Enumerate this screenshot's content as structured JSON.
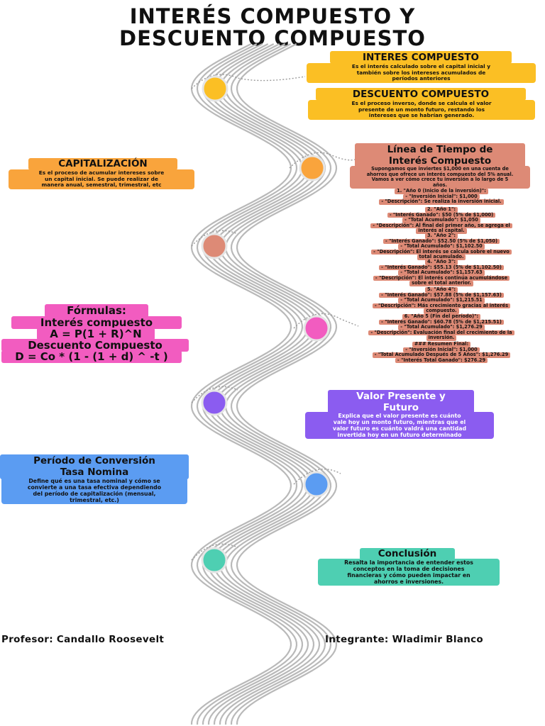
{
  "title": [
    "INTERÉS COMPUESTO Y",
    "DESCUENTO COMPUESTO"
  ],
  "colors": {
    "yellow": "#fbbf24",
    "orange": "#f9a43c",
    "salmon": "#dd8a76",
    "pink": "#f25cc0",
    "purple": "#8b5cf0",
    "blue": "#5b9cf2",
    "teal": "#4ecfb2"
  },
  "interes": {
    "heading": "INTERES COMPUESTO",
    "desc": [
      "Es el interés calculado sobre el capital inicial y",
      "también sobre los intereses acumulados de",
      "períodos anteriores"
    ]
  },
  "descuento": {
    "heading": "DESCUENTO COMPUESTO",
    "desc": [
      "Es el proceso inverso, donde se calcula el valor",
      "presente de un monto futuro, restando los",
      "intereses que se habrían generado."
    ]
  },
  "capitalizacion": {
    "heading": "CAPITALIZACIÓN",
    "desc": [
      "Es el proceso de acumular intereses sobre",
      "un capital inicial. Se puede realizar de",
      "manera anual, semestral, trimestral, etc"
    ]
  },
  "timeline": {
    "heading": [
      "Línea de Tiempo de",
      "Interés Compuesto"
    ],
    "intro": [
      "Supongamos que inviertes $1,000 en una cuenta de",
      "ahorros que ofrece un interés compuesto del 5% anual.",
      "Vamos a ver cómo crece tu inversión a lo largo de 5",
      "años."
    ],
    "blocks": [
      [
        "1. \"Año 0 (Inicio de la inversión)\":",
        "- \"Inversión Inicial\": $1,000",
        "- \"Descripción\": Se realiza la inversión inicial."
      ],
      [
        "2. \"Año 1\":",
        "- \"Interés Ganado\": $50 (5% de $1,000)",
        "- \"Total Acumulado\": $1,050",
        "- \"Descripción\": Al final del primer año, se agrega el",
        "interés al capital."
      ],
      [
        "3. \"Año 2\":",
        "- \"Interés Ganado\": $52.50 (5% de $1,050)",
        "- \"Total Acumulado\": $1,102.50",
        "- \"Descripción\": El interés se calcula sobre el nuevo",
        "total acumulado."
      ],
      [
        "4. \"Año 3\":",
        "- \"Interés Ganado\": $55.13 (5% de $1,102.50)",
        "- \"Total Acumulado\": $1,157.63",
        "- \"Descripción\": El interés continúa acumulándose",
        "sobre el total anterior."
      ],
      [
        "5. \"Año 4\":",
        "- \"Interés Ganado\": $57.88 (5% de $1,157.63)",
        "- \"Total Acumulado\": $1,215.51",
        "- \"Descripción\": Más crecimiento gracias al interés",
        "compuesto."
      ],
      [
        "6. \"Año 5 (Fin del período)\":",
        "- \"Interés Ganado\": $60.78 (5% de $1,215.51)",
        "- \"Total Acumulado\": $1,276.29",
        "- \"Descripción\": Evaluación final del crecimiento de la",
        "inversión."
      ],
      [
        "### Resumen Final:",
        "- \"Inversión Inicial\": $1,000",
        "- \"Total Acumulado Después de 5 Años\": $1,276.29",
        "- \"Interés Total Ganado\": $276.29"
      ]
    ]
  },
  "formulas": {
    "lines": [
      "Fórmulas:",
      "Interés compuesto",
      "A = P(1 + R)^N",
      "Descuento Compuesto",
      "D = Co * (1 - (1 + d) ^ -t )"
    ]
  },
  "valor": {
    "heading": [
      "Valor Presente y",
      "Futuro"
    ],
    "desc": [
      "Explica que el valor presente es cuánto",
      "vale hoy un monto futuro, mientras que el",
      "valor futuro es cuánto valdrá una cantidad",
      "invertida hoy en un futuro determinado"
    ]
  },
  "periodo": {
    "heading": [
      "Período de Conversión",
      "Tasa Nomina"
    ],
    "desc": [
      "Define qué es una tasa nominal y cómo se",
      "convierte a una tasa efectiva dependiendo",
      "del período de capitalización (mensual,",
      "trimestral, etc.)"
    ]
  },
  "conclusion": {
    "heading": "Conclusión",
    "desc": [
      "Resalta la importancia de entender estos",
      "conceptos en la toma de decisiones",
      "financieras y cómo pueden impactar en",
      "ahorros e inversiones."
    ]
  },
  "footer": {
    "profesor": "Profesor: Candallo Roosevelt",
    "integrante": "Integrante: Wladimir Blanco"
  }
}
